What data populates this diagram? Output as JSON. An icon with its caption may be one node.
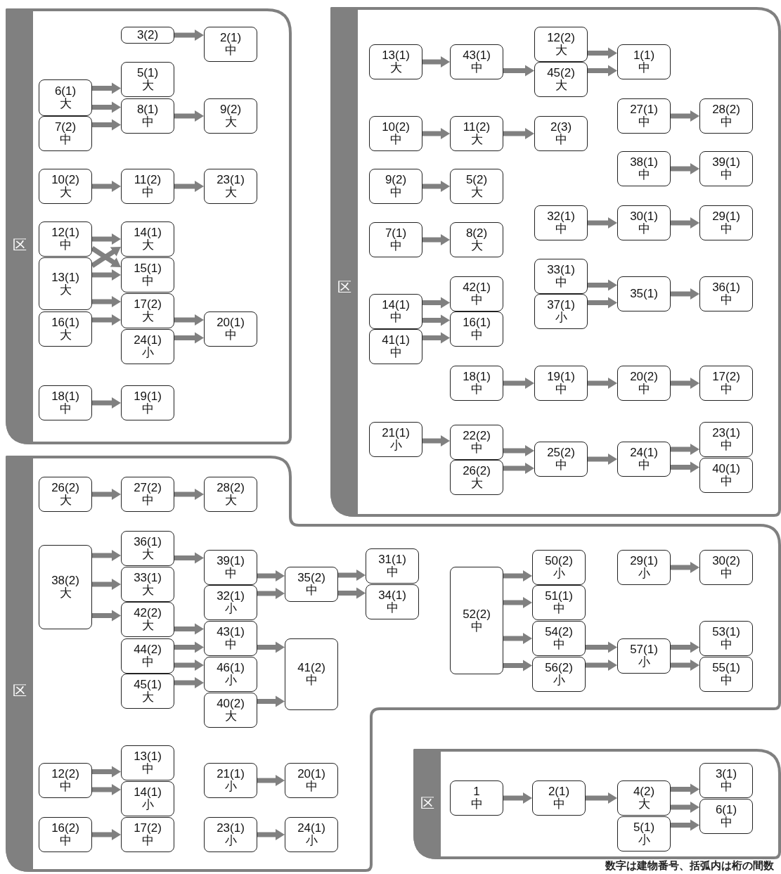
{
  "diagram": {
    "nodes": [
      {
        "text": [
          "区"
        ]
      },
      {
        "text": [
          "3(2)"
        ],
        "in": 0
      },
      {
        "text": [
          "2(1)",
          "中"
        ],
        "in": 0
      },
      {
        "text": [
          "5(1)",
          "大"
        ],
        "in": 0
      },
      {
        "text": [
          "6(1)",
          "大"
        ],
        "in": 0
      },
      {
        "text": [
          "8(1)",
          "中"
        ],
        "in": 0
      },
      {
        "text": [
          "9(2)",
          "大"
        ],
        "in": 0
      },
      {
        "text": [
          "7(2)",
          "中"
        ],
        "in": 0
      },
      {
        "text": [
          "10(2)",
          "大"
        ],
        "in": 0
      },
      {
        "text": [
          "11(2)",
          "中"
        ],
        "in": 0
      },
      {
        "text": [
          "23(1)",
          "大"
        ],
        "in": 0
      },
      {
        "text": [
          "12(1)",
          "中"
        ],
        "in": 0
      },
      {
        "text": [
          "14(1)",
          "大"
        ],
        "in": 0
      },
      {
        "text": [
          "13(1)",
          "大"
        ],
        "in": 0
      },
      {
        "text": [
          "15(1)",
          "中"
        ],
        "in": 0
      },
      {
        "text": [
          "17(2)",
          "大"
        ],
        "in": 0
      },
      {
        "text": [
          "16(1)",
          "大"
        ],
        "in": 0
      },
      {
        "text": [
          "20(1)",
          "中"
        ],
        "in": 0
      },
      {
        "text": [
          "24(1)",
          "小"
        ],
        "in": 0
      },
      {
        "text": [
          "18(1)",
          "中"
        ],
        "in": 0
      },
      {
        "text": [
          "19(1)",
          "中"
        ],
        "in": 0
      },
      {
        "text": [
          "区"
        ]
      },
      {
        "text": [
          "12(2)",
          "大"
        ],
        "in": 21
      },
      {
        "text": [
          "13(1)",
          "大"
        ],
        "in": 21
      },
      {
        "text": [
          "43(1)",
          "中"
        ],
        "in": 21
      },
      {
        "text": [
          "1(1)",
          "中"
        ],
        "in": 21
      },
      {
        "text": [
          "45(2)",
          "大"
        ],
        "in": 21
      },
      {
        "text": [
          "27(1)",
          "中"
        ],
        "in": 21
      },
      {
        "text": [
          "28(2)",
          "中"
        ],
        "in": 21
      },
      {
        "text": [
          "10(2)",
          "中"
        ],
        "in": 21
      },
      {
        "text": [
          "11(2)",
          "大"
        ],
        "in": 21
      },
      {
        "text": [
          "2(3)",
          "中"
        ],
        "in": 21
      },
      {
        "text": [
          "38(1)",
          "中"
        ],
        "in": 21
      },
      {
        "text": [
          "39(1)",
          "中"
        ],
        "in": 21
      },
      {
        "text": [
          "9(2)",
          "中"
        ],
        "in": 21
      },
      {
        "text": [
          "5(2)",
          "大"
        ],
        "in": 21
      },
      {
        "text": [
          "32(1)",
          "中"
        ],
        "in": 21
      },
      {
        "text": [
          "30(1)",
          "中"
        ],
        "in": 21
      },
      {
        "text": [
          "29(1)",
          "中"
        ],
        "in": 21
      },
      {
        "text": [
          "7(1)",
          "中"
        ],
        "in": 21
      },
      {
        "text": [
          "8(2)",
          "大"
        ],
        "in": 21
      },
      {
        "text": [
          "33(1)",
          "中"
        ],
        "in": 21
      },
      {
        "text": [
          "42(1)",
          "中"
        ],
        "in": 21
      },
      {
        "text": [
          "35(1)"
        ],
        "in": 21
      },
      {
        "text": [
          "36(1)",
          "中"
        ],
        "in": 21
      },
      {
        "text": [
          "14(1)",
          "中"
        ],
        "in": 21
      },
      {
        "text": [
          "37(1)",
          "小"
        ],
        "in": 21
      },
      {
        "text": [
          "16(1)",
          "中"
        ],
        "in": 21
      },
      {
        "text": [
          "41(1)",
          "中"
        ],
        "in": 21
      },
      {
        "text": [
          "18(1)",
          "中"
        ],
        "in": 21
      },
      {
        "text": [
          "19(1)",
          "中"
        ],
        "in": 21
      },
      {
        "text": [
          "20(2)",
          "中"
        ],
        "in": 21
      },
      {
        "text": [
          "17(2)",
          "中"
        ],
        "in": 21
      },
      {
        "text": [
          "21(1)",
          "小"
        ],
        "in": 21
      },
      {
        "text": [
          "23(1)",
          "中"
        ],
        "in": 21
      },
      {
        "text": [
          "22(2)",
          "中"
        ],
        "in": 21
      },
      {
        "text": [
          "25(2)",
          "中"
        ],
        "in": 21
      },
      {
        "text": [
          "24(1)",
          "中"
        ],
        "in": 21
      },
      {
        "text": [
          "40(1)",
          "中"
        ],
        "in": 21
      },
      {
        "text": [
          "26(2)",
          "大"
        ],
        "in": 21
      },
      {
        "text": [
          "区"
        ]
      },
      {
        "text": [
          "26(2)",
          "大"
        ],
        "in": 60
      },
      {
        "text": [
          "27(2)",
          "中"
        ],
        "in": 60
      },
      {
        "text": [
          "28(2)",
          "大"
        ],
        "in": 60
      },
      {
        "text": [
          "36(1)",
          "大"
        ],
        "in": 60
      },
      {
        "text": [
          "38(2)",
          "大"
        ],
        "in": 60
      },
      {
        "text": [
          "39(1)",
          "中"
        ],
        "in": 60
      },
      {
        "text": [
          "31(1)",
          "中"
        ],
        "in": 60
      },
      {
        "text": [
          "50(2)",
          "小"
        ],
        "in": 60
      },
      {
        "text": [
          "29(1)",
          "小"
        ],
        "in": 60
      },
      {
        "text": [
          "30(2)",
          "中"
        ],
        "in": 60
      },
      {
        "text": [
          "33(1)",
          "大"
        ],
        "in": 60
      },
      {
        "text": [
          "35(2)",
          "中"
        ],
        "in": 60
      },
      {
        "text": [
          "52(2)",
          "中"
        ],
        "in": 60
      },
      {
        "text": [
          "32(1)",
          "小"
        ],
        "in": 60
      },
      {
        "text": [
          "34(1)",
          "中"
        ],
        "in": 60
      },
      {
        "text": [
          "51(1)",
          "中"
        ],
        "in": 60
      },
      {
        "text": [
          "42(2)",
          "大"
        ],
        "in": 60
      },
      {
        "text": [
          "43(1)",
          "中"
        ],
        "in": 60
      },
      {
        "text": [
          "54(2)",
          "中"
        ],
        "in": 60
      },
      {
        "text": [
          "53(1)",
          "中"
        ],
        "in": 60
      },
      {
        "text": [
          "44(2)",
          "中"
        ],
        "in": 60
      },
      {
        "text": [
          "41(2)",
          "中"
        ],
        "in": 60
      },
      {
        "text": [
          "57(1)",
          "小"
        ],
        "in": 60
      },
      {
        "text": [
          "46(1)",
          "小"
        ],
        "in": 60
      },
      {
        "text": [
          "56(2)",
          "小"
        ],
        "in": 60
      },
      {
        "text": [
          "55(1)",
          "中"
        ],
        "in": 60
      },
      {
        "text": [
          "45(1)",
          "大"
        ],
        "in": 60
      },
      {
        "text": [
          "40(2)",
          "大"
        ],
        "in": 60
      },
      {
        "text": [
          "13(1)",
          "中"
        ],
        "in": 60
      },
      {
        "text": [
          "12(2)",
          "中"
        ],
        "in": 60
      },
      {
        "text": [
          "21(1)",
          "小"
        ],
        "in": 60
      },
      {
        "text": [
          "20(1)",
          "中"
        ],
        "in": 60
      },
      {
        "text": [
          "14(1)",
          "小"
        ],
        "in": 60
      },
      {
        "text": [
          "16(2)",
          "中"
        ],
        "in": 60
      },
      {
        "text": [
          "17(2)",
          "中"
        ],
        "in": 60
      },
      {
        "text": [
          "23(1)",
          "小"
        ],
        "in": 60
      },
      {
        "text": [
          "24(1)",
          "小"
        ],
        "in": 60
      },
      {
        "text": [
          "区"
        ]
      },
      {
        "text": [
          "1",
          "中"
        ],
        "in": 98
      },
      {
        "text": [
          "3(1)",
          "中"
        ],
        "in": 98
      },
      {
        "text": [
          "2(1)",
          "中"
        ],
        "in": 98
      },
      {
        "text": [
          "4(2)",
          "大"
        ],
        "in": 98
      },
      {
        "text": [
          "6(1)",
          "中"
        ],
        "in": 98
      },
      {
        "text": [
          "5(1)",
          "小"
        ],
        "in": 98
      }
    ],
    "edges": [
      {
        "from": 1,
        "to": 2,
        "arrow": "to"
      },
      {
        "from": 4,
        "to": 3,
        "arrow": "to"
      },
      {
        "from": 4,
        "to": 5,
        "arrow": "to"
      },
      {
        "from": 7,
        "to": 5,
        "arrow": "to"
      },
      {
        "from": 5,
        "to": 6,
        "arrow": "to"
      },
      {
        "from": 8,
        "to": 9,
        "arrow": "to"
      },
      {
        "from": 9,
        "to": 10,
        "arrow": "to"
      },
      {
        "from": 11,
        "to": 12,
        "arrow": "to"
      },
      {
        "from": 11,
        "to": 14,
        "arrow": "to"
      },
      {
        "from": 13,
        "to": 12,
        "arrow": "to"
      },
      {
        "from": 13,
        "to": 14,
        "arrow": "to"
      },
      {
        "from": 13,
        "to": 15,
        "arrow": "to"
      },
      {
        "from": 16,
        "to": 15,
        "arrow": "to"
      },
      {
        "from": 15,
        "to": 17,
        "arrow": "to"
      },
      {
        "from": 18,
        "to": 17,
        "arrow": "to"
      },
      {
        "from": 19,
        "to": 20,
        "arrow": "to"
      },
      {
        "from": 23,
        "to": 24,
        "arrow": "to"
      },
      {
        "from": 24,
        "to": 26,
        "arrow": "to"
      },
      {
        "from": 22,
        "to": 25,
        "arrow": "to"
      },
      {
        "from": 26,
        "to": 25,
        "arrow": "to"
      },
      {
        "from": 27,
        "to": 28,
        "arrow": "to"
      },
      {
        "from": 29,
        "to": 30,
        "arrow": "to"
      },
      {
        "from": 30,
        "to": 31,
        "arrow": "to"
      },
      {
        "from": 32,
        "to": 33,
        "arrow": "to"
      },
      {
        "from": 34,
        "to": 35,
        "arrow": "to"
      },
      {
        "from": 36,
        "to": 37,
        "arrow": "to"
      },
      {
        "from": 37,
        "to": 38,
        "arrow": "to"
      },
      {
        "from": 39,
        "to": 40,
        "arrow": "to"
      },
      {
        "from": 41,
        "to": 43,
        "arrow": "to"
      },
      {
        "from": 46,
        "to": 43,
        "arrow": "to"
      },
      {
        "from": 43,
        "to": 44,
        "arrow": "to"
      },
      {
        "from": 45,
        "to": 42,
        "arrow": "to"
      },
      {
        "from": 45,
        "to": 47,
        "arrow": "to"
      },
      {
        "from": 48,
        "to": 47,
        "arrow": "to"
      },
      {
        "from": 49,
        "to": 50,
        "arrow": "to"
      },
      {
        "from": 50,
        "to": 51,
        "arrow": "to"
      },
      {
        "from": 51,
        "to": 52,
        "arrow": "to"
      },
      {
        "from": 53,
        "to": 55,
        "arrow": "to"
      },
      {
        "from": 55,
        "to": 56,
        "arrow": "to"
      },
      {
        "from": 59,
        "to": 56,
        "arrow": "to"
      },
      {
        "from": 56,
        "to": 57,
        "arrow": "to"
      },
      {
        "from": 57,
        "to": 54,
        "arrow": "to"
      },
      {
        "from": 57,
        "to": 58,
        "arrow": "to"
      },
      {
        "from": 61,
        "to": 62,
        "arrow": "to"
      },
      {
        "from": 62,
        "to": 63,
        "arrow": "to"
      },
      {
        "from": 65,
        "to": 64,
        "arrow": "to"
      },
      {
        "from": 65,
        "to": 71,
        "arrow": "to"
      },
      {
        "from": 65,
        "to": 77,
        "arrow": "to"
      },
      {
        "from": 64,
        "to": 66,
        "arrow": "to"
      },
      {
        "from": 66,
        "to": 72,
        "arrow": "to"
      },
      {
        "from": 74,
        "to": 72,
        "arrow": "to"
      },
      {
        "from": 72,
        "to": 67,
        "arrow": "to"
      },
      {
        "from": 72,
        "to": 75,
        "arrow": "to"
      },
      {
        "from": 77,
        "to": 78,
        "arrow": "to"
      },
      {
        "from": 81,
        "to": 78,
        "arrow": "to"
      },
      {
        "from": 81,
        "to": 84,
        "arrow": "to"
      },
      {
        "from": 87,
        "to": 84,
        "arrow": "to"
      },
      {
        "from": 78,
        "to": 82,
        "arrow": "to"
      },
      {
        "from": 88,
        "to": 82,
        "arrow": "to"
      },
      {
        "from": 73,
        "to": 68,
        "arrow": "to"
      },
      {
        "from": 73,
        "to": 76,
        "arrow": "to"
      },
      {
        "from": 73,
        "to": 79,
        "arrow": "to"
      },
      {
        "from": 73,
        "to": 85,
        "arrow": "to"
      },
      {
        "from": 69,
        "to": 70,
        "arrow": "to"
      },
      {
        "from": 79,
        "to": 83,
        "arrow": "to"
      },
      {
        "from": 85,
        "to": 83,
        "arrow": "to"
      },
      {
        "from": 83,
        "to": 80,
        "arrow": "to"
      },
      {
        "from": 83,
        "to": 86,
        "arrow": "to"
      },
      {
        "from": 90,
        "to": 89,
        "arrow": "to"
      },
      {
        "from": 90,
        "to": 93,
        "arrow": "to"
      },
      {
        "from": 91,
        "to": 92,
        "arrow": "to"
      },
      {
        "from": 94,
        "to": 95,
        "arrow": "to"
      },
      {
        "from": 96,
        "to": 97,
        "arrow": "to"
      },
      {
        "from": 99,
        "to": 101,
        "arrow": "to"
      },
      {
        "from": 101,
        "to": 102,
        "arrow": "to"
      },
      {
        "from": 102,
        "to": 100,
        "arrow": "to"
      },
      {
        "from": 102,
        "to": 103,
        "arrow": "to"
      },
      {
        "from": 104,
        "to": 103,
        "arrow": "to"
      }
    ],
    "labels": [
      "数字は建物番号、括弧内は桁の間数"
    ]
  }
}
